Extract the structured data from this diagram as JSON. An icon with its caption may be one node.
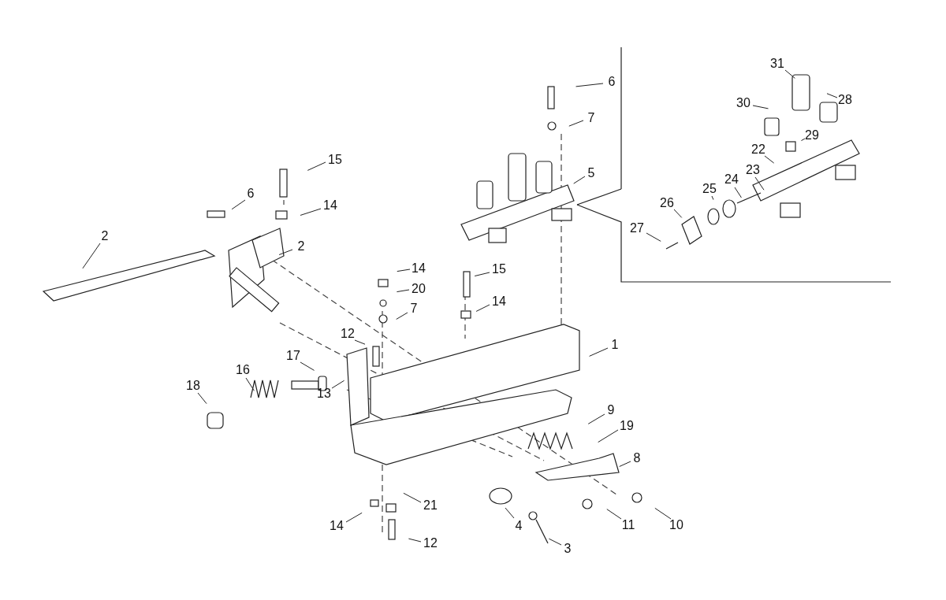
{
  "diagram": {
    "nodes": [
      {
        "text": [
          "31"
        ]
      },
      {
        "text": [
          "6"
        ]
      },
      {
        "text": [
          "28"
        ]
      },
      {
        "text": [
          "30"
        ]
      },
      {
        "text": [
          "7"
        ]
      },
      {
        "text": [
          "29"
        ]
      },
      {
        "text": [
          "22"
        ]
      },
      {
        "text": [
          "15"
        ]
      },
      {
        "text": [
          "23"
        ]
      },
      {
        "text": [
          "5"
        ]
      },
      {
        "text": [
          "24"
        ]
      },
      {
        "text": [
          "6"
        ]
      },
      {
        "text": [
          "25"
        ]
      },
      {
        "text": [
          "14"
        ]
      },
      {
        "text": [
          "26"
        ]
      },
      {
        "text": [
          "27"
        ]
      },
      {
        "text": [
          "2"
        ]
      },
      {
        "text": [
          "2"
        ]
      },
      {
        "text": [
          "14"
        ]
      },
      {
        "text": [
          "15"
        ]
      },
      {
        "text": [
          "20"
        ]
      },
      {
        "text": [
          "14"
        ]
      },
      {
        "text": [
          "7"
        ]
      },
      {
        "text": [
          "12"
        ]
      },
      {
        "text": [
          "1"
        ]
      },
      {
        "text": [
          "17"
        ]
      },
      {
        "text": [
          "16"
        ]
      },
      {
        "text": [
          "18"
        ]
      },
      {
        "text": [
          "13"
        ]
      },
      {
        "text": [
          "9"
        ]
      },
      {
        "text": [
          "19"
        ]
      },
      {
        "text": [
          "8"
        ]
      },
      {
        "text": [
          "21"
        ]
      },
      {
        "text": [
          "4"
        ]
      },
      {
        "text": [
          "10"
        ]
      },
      {
        "text": [
          "11"
        ]
      },
      {
        "text": [
          "14"
        ]
      },
      {
        "text": [
          "12"
        ]
      },
      {
        "text": [
          "3"
        ]
      }
    ],
    "edges": [
      {
        "from": 0,
        "to": null,
        "arrow": "none"
      },
      {
        "from": 1,
        "to": null,
        "arrow": "none"
      },
      {
        "from": 2,
        "to": null,
        "arrow": "none"
      },
      {
        "from": 3,
        "to": null,
        "arrow": "none"
      },
      {
        "from": 4,
        "to": null,
        "arrow": "none"
      },
      {
        "from": 5,
        "to": null,
        "arrow": "none"
      },
      {
        "from": 6,
        "to": null,
        "arrow": "none"
      },
      {
        "from": 7,
        "to": null,
        "arrow": "none"
      },
      {
        "from": 8,
        "to": null,
        "arrow": "none"
      },
      {
        "from": 9,
        "to": null,
        "arrow": "none"
      },
      {
        "from": 10,
        "to": null,
        "arrow": "none"
      },
      {
        "from": 11,
        "to": null,
        "arrow": "none"
      },
      {
        "from": 12,
        "to": null,
        "arrow": "none"
      },
      {
        "from": 13,
        "to": null,
        "arrow": "none"
      },
      {
        "from": 14,
        "to": null,
        "arrow": "none"
      },
      {
        "from": 15,
        "to": null,
        "arrow": "none"
      },
      {
        "from": 16,
        "to": null,
        "arrow": "none"
      },
      {
        "from": 17,
        "to": null,
        "arrow": "none"
      },
      {
        "from": 18,
        "to": null,
        "arrow": "none"
      },
      {
        "from": 19,
        "to": null,
        "arrow": "none"
      },
      {
        "from": 20,
        "to": null,
        "arrow": "none"
      },
      {
        "from": 21,
        "to": null,
        "arrow": "none"
      },
      {
        "from": 22,
        "to": null,
        "arrow": "none"
      },
      {
        "from": 23,
        "to": null,
        "arrow": "none"
      },
      {
        "from": 24,
        "to": null,
        "arrow": "none"
      },
      {
        "from": 25,
        "to": null,
        "arrow": "none"
      },
      {
        "from": 26,
        "to": null,
        "arrow": "none"
      },
      {
        "from": 27,
        "to": null,
        "arrow": "none"
      },
      {
        "from": 28,
        "to": null,
        "arrow": "none"
      },
      {
        "from": 29,
        "to": null,
        "arrow": "none"
      },
      {
        "from": 30,
        "to": null,
        "arrow": "none"
      },
      {
        "from": 31,
        "to": null,
        "arrow": "none"
      },
      {
        "from": 32,
        "to": null,
        "arrow": "none"
      },
      {
        "from": 33,
        "to": null,
        "arrow": "none"
      },
      {
        "from": 34,
        "to": null,
        "arrow": "none"
      },
      {
        "from": 35,
        "to": null,
        "arrow": "none"
      },
      {
        "from": 36,
        "to": null,
        "arrow": "none"
      },
      {
        "from": 37,
        "to": null,
        "arrow": "none"
      },
      {
        "from": 38,
        "to": null,
        "arrow": "none"
      }
    ]
  }
}
